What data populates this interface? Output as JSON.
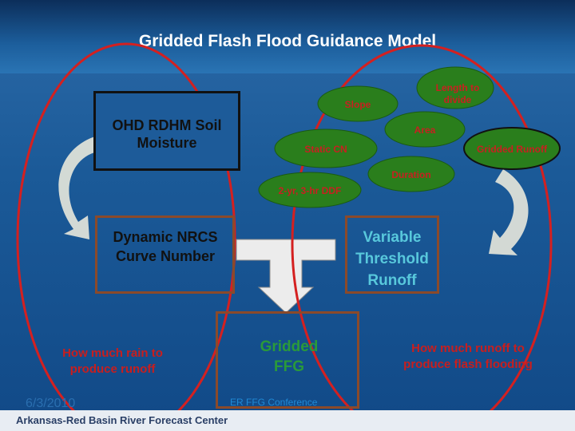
{
  "title": "Gridded Flash Flood Guidance Model",
  "boxes": {
    "soil_moisture": "OHD RDHM Soil Moisture",
    "curve_number": "Dynamic NRCS Curve Number",
    "threshold_runoff": "Variable Threshold Runoff",
    "gridded_ffg": "Gridded FFG"
  },
  "ovals": {
    "length_to_divide": "Length to divide",
    "slope": "Slope",
    "area": "Area",
    "static_cn": "Static CN",
    "gridded_runoff": "Gridded Runoff",
    "duration": "Duration",
    "ddf": "2-yr, 3-hr DDF"
  },
  "captions": {
    "rain": "How much rain to produce runoff",
    "runoff": "How much runoff to produce flash flooding"
  },
  "footer": {
    "date": "6/3/2010",
    "conference": "ER FFG Conference",
    "organization": "Arkansas-Red Basin River Forecast Center"
  },
  "colors": {
    "red_outline": "#d42020",
    "box_border": "#8b4a2a",
    "oval_fill": "#2a7e1c",
    "caption_red": "#c81e1e",
    "teal_text": "#58c8dc"
  }
}
